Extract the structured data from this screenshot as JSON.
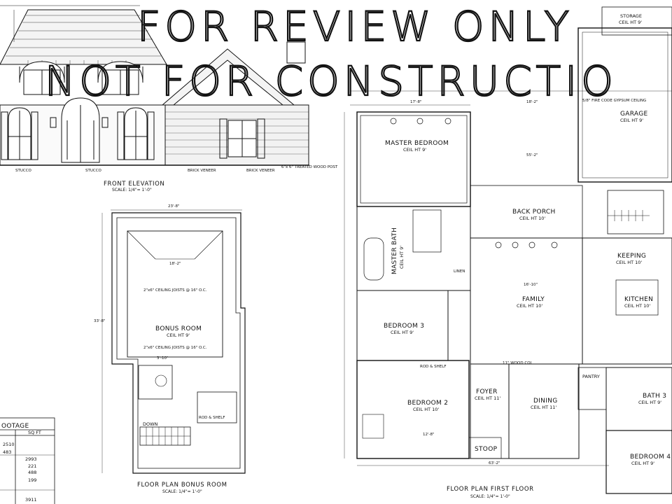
{
  "watermark": {
    "line1": "FOR REVIEW ONLY",
    "line2": "NOT FOR CONSTRUCTIO"
  },
  "elevation": {
    "title": "FRONT ELEVATION",
    "scale": "SCALE: 1/4\"= 1'-0\"",
    "materials": [
      "STUCCO",
      "STUCCO",
      "BRICK VENEER",
      "BRICK VENEER",
      "6\"x 6\" TREATED WOOD POST"
    ]
  },
  "bonus_plan": {
    "title": "FLOOR PLAN BONUS ROOM",
    "scale": "SCALE: 1/4\"= 1'-0\"",
    "room": "BONUS ROOM",
    "ceil": "CEIL HT 9'",
    "notes": [
      "2\"x6\" CEILING JOISTS @ 16\" O.C.",
      "2\"x6\" CEILING JOISTS @ 16\" O.C."
    ],
    "down": "DOWN",
    "shelf": "ROD & SHELF",
    "dims": [
      "23'-8\"",
      "18'-2\"",
      "33'-8\"",
      "3'-10\""
    ]
  },
  "first_plan": {
    "title": "FLOOR PLAN FIRST FLOOR",
    "scale": "SCALE: 1/4\"= 1'-0\"",
    "rooms": [
      {
        "name": "MASTER BEDROOM",
        "ceil": "CEIL HT 9'"
      },
      {
        "name": "MASTER BATH",
        "ceil": "CEIL HT 9'"
      },
      {
        "name": "BACK PORCH",
        "ceil": "CEIL HT 10'"
      },
      {
        "name": "FAMILY",
        "ceil": "CEIL HT 10'"
      },
      {
        "name": "BEDROOM 3",
        "ceil": "CEIL HT 9'"
      },
      {
        "name": "BEDROOM 2",
        "ceil": "CEIL HT 10'"
      },
      {
        "name": "FOYER",
        "ceil": "CEIL HT 11'"
      },
      {
        "name": "DINING",
        "ceil": "CEIL HT 11'"
      },
      {
        "name": "STOOP",
        "ceil": ""
      },
      {
        "name": "KEEPING",
        "ceil": "CEIL HT 10'"
      },
      {
        "name": "KITCHEN",
        "ceil": "CEIL HT 10'"
      },
      {
        "name": "PANTRY",
        "ceil": ""
      },
      {
        "name": "BATH 3",
        "ceil": "CEIL HT 9'"
      },
      {
        "name": "BEDROOM 4",
        "ceil": "CEIL HT 9'"
      },
      {
        "name": "GARAGE",
        "ceil": "CEIL HT 9'"
      },
      {
        "name": "STORAGE",
        "ceil": "CEIL HT 9'"
      }
    ],
    "notes": [
      "5/8\" FIRE CODE GYPSUM CEILING",
      "LINEN",
      "ROD & SHELF",
      "11\" WOOD COL"
    ],
    "dims": [
      "17'-8\"",
      "18'-2\"",
      "55'-2\"",
      "16'-10\"",
      "12'-8\"",
      "63'-2\""
    ]
  },
  "footage": {
    "header": "OOTAGE",
    "col": "SQ FT",
    "values": [
      "2510",
      "483",
      "2993",
      "221",
      "488",
      "199",
      "3911"
    ]
  }
}
